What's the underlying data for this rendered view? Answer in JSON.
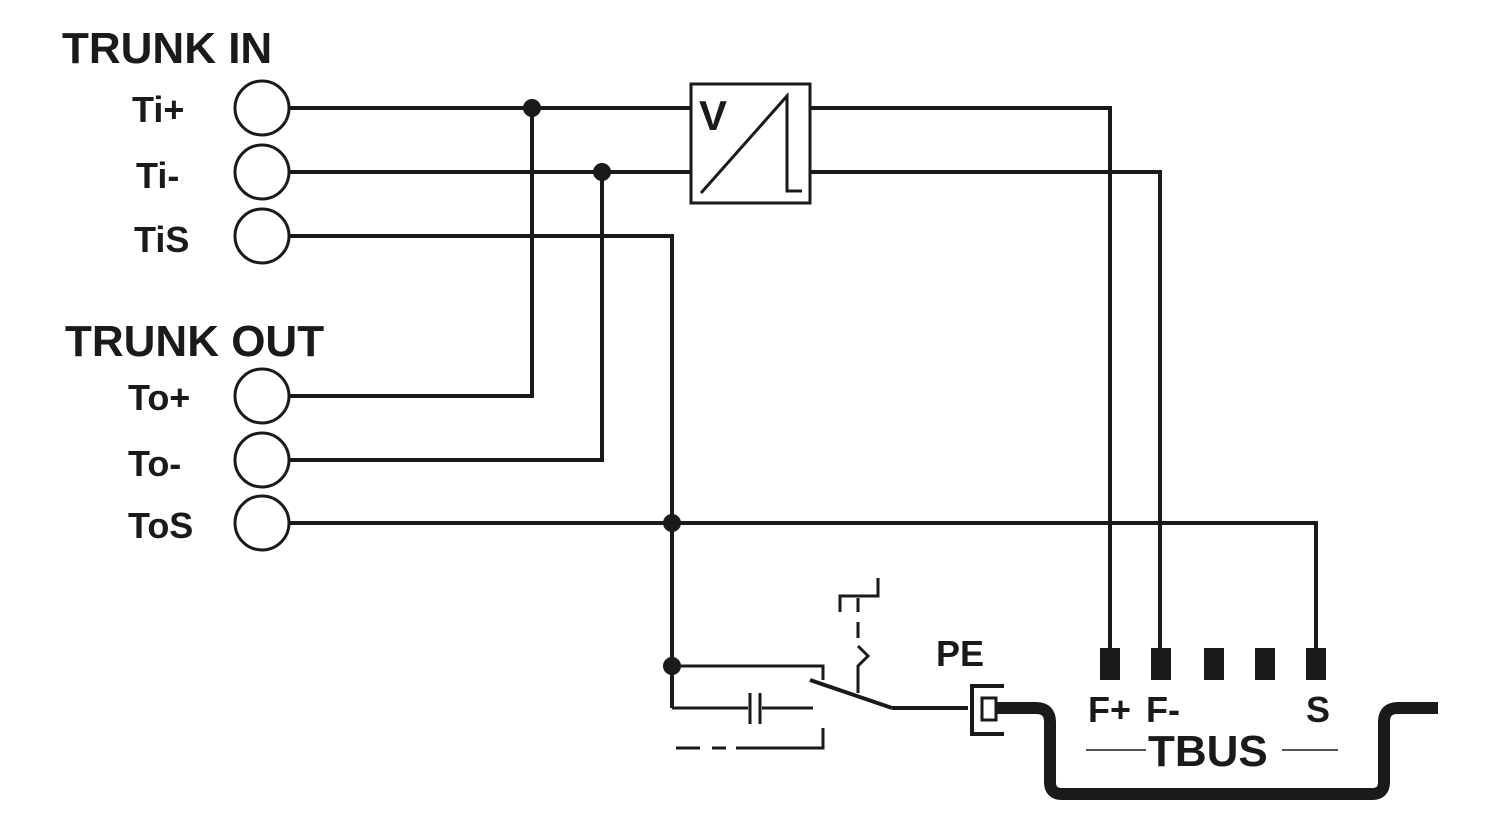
{
  "headings": {
    "trunk_in": "TRUNK IN",
    "trunk_out": "TRUNK OUT"
  },
  "terminals": {
    "ti_plus": "Ti+",
    "ti_minus": "Ti-",
    "ti_s": "TiS",
    "to_plus": "To+",
    "to_minus": "To-",
    "to_s": "ToS"
  },
  "converter": {
    "label": "V"
  },
  "pe": {
    "label": "PE"
  },
  "tbus": {
    "label": "TBUS",
    "pins": {
      "f_plus": "F+",
      "f_minus": "F-",
      "s": "S"
    }
  },
  "colors": {
    "line": "#1a1a1a",
    "background": "#ffffff"
  }
}
